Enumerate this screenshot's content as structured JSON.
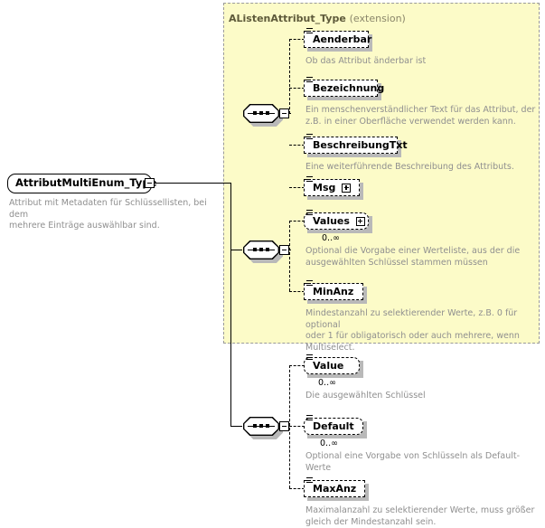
{
  "diagram": {
    "kind": "xsd-schema-element-diagram",
    "root": {
      "name": "AttributMultiEnum_Type",
      "control": "minus",
      "documentation": "Attribut mit Metadaten für Schlüssellisten, bei dem\nmehrere Einträge auswählbar sind."
    },
    "extension": {
      "base_label": "AListenAttribut_Type",
      "kind_label": "(extension)"
    },
    "compositors": [
      {
        "id": "seq-1",
        "type": "sequence"
      },
      {
        "id": "seq-2",
        "type": "sequence"
      },
      {
        "id": "seq-3",
        "type": "sequence"
      }
    ],
    "elements": [
      {
        "name": "Aenderbar",
        "occurrence": "",
        "expandable": false,
        "repeating": false,
        "documentation": "Ob das Attribut änderbar ist",
        "group": "extension"
      },
      {
        "name": "Bezeichnung",
        "occurrence": "",
        "expandable": false,
        "repeating": false,
        "documentation": "Ein menschenverständlicher Text für das Attribut, der\nz.B. in einer Oberfläche verwendet werden kann.",
        "group": "extension"
      },
      {
        "name": "BeschreibungTxt",
        "occurrence": "",
        "expandable": false,
        "repeating": false,
        "documentation": "Eine weiterführende Beschreibung des Attributs.",
        "group": "extension"
      },
      {
        "name": "Msg",
        "occurrence": "",
        "expandable": true,
        "repeating": false,
        "documentation": "",
        "group": "extension"
      },
      {
        "name": "Values",
        "occurrence": "0..∞",
        "expandable": true,
        "repeating": true,
        "documentation": "Optional die Vorgabe einer Werteliste, aus der die\nausgewählten Schlüssel stammen müssen",
        "group": "extension"
      },
      {
        "name": "MinAnz",
        "occurrence": "",
        "expandable": false,
        "repeating": false,
        "documentation": "Mindestanzahl zu selektierender Werte, z.B. 0 für optional\noder 1 für obligatorisch oder auch mehrere, wenn\nMultiselect.",
        "group": "extension"
      },
      {
        "name": "Value",
        "occurrence": "0..∞",
        "expandable": false,
        "repeating": true,
        "documentation": "Die ausgewählten Schlüssel",
        "group": "own"
      },
      {
        "name": "Default",
        "occurrence": "0..∞",
        "expandable": false,
        "repeating": true,
        "documentation": "Optional eine Vorgabe von Schlüsseln als Default-Werte",
        "group": "own"
      },
      {
        "name": "MaxAnz",
        "occurrence": "",
        "expandable": false,
        "repeating": false,
        "documentation": "Maximalanzahl zu selektierender Werte, muss größer\ngleich der Mindestanzahl sein.",
        "group": "own"
      }
    ],
    "colors": {
      "extension_background": "#fcfbc8",
      "extension_border": "#9a9a9a",
      "documentation_text": "#8f8f8f",
      "element_text": "#000000",
      "shadow": "#b9b9b9",
      "extension_title": "#5e5a3a"
    }
  }
}
